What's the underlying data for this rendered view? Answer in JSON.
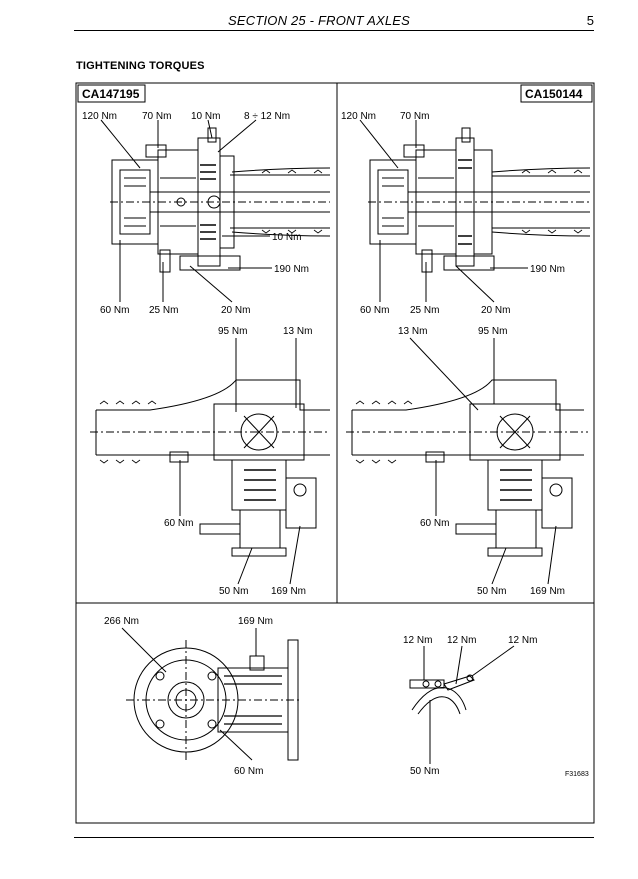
{
  "header": {
    "section_title": "SECTION 25 - FRONT AXLES",
    "page_number": "5"
  },
  "subtitle": "TIGHTENING TORQUES",
  "figure": {
    "model_left": "CA147195",
    "model_right": "CA150144",
    "figure_ref": "F31683",
    "left_top": {
      "t120": "120 Nm",
      "t70": "70 Nm",
      "t10a": "10 Nm",
      "t8_12": "8 ÷ 12 Nm",
      "t10b": "10 Nm",
      "t190": "190 Nm",
      "t60": "60 Nm",
      "t25": "25 Nm",
      "t20": "20 Nm"
    },
    "right_top": {
      "t120": "120 Nm",
      "t70": "70 Nm",
      "t190": "190 Nm",
      "t60": "60 Nm",
      "t25": "25 Nm",
      "t20": "20 Nm"
    },
    "left_mid": {
      "t95": "95 Nm",
      "t13": "13 Nm",
      "t60": "60 Nm",
      "t50": "50 Nm",
      "t169": "169 Nm"
    },
    "right_mid": {
      "t13": "13 Nm",
      "t95": "95 Nm",
      "t60": "60 Nm",
      "t50": "50 Nm",
      "t169": "169 Nm"
    },
    "bottom_left": {
      "t266": "266 Nm",
      "t169": "169 Nm",
      "t60": "60 Nm"
    },
    "bottom_right": {
      "t12a": "12 Nm",
      "t12b": "12 Nm",
      "t12c": "12 Nm",
      "t50": "50 Nm"
    }
  }
}
